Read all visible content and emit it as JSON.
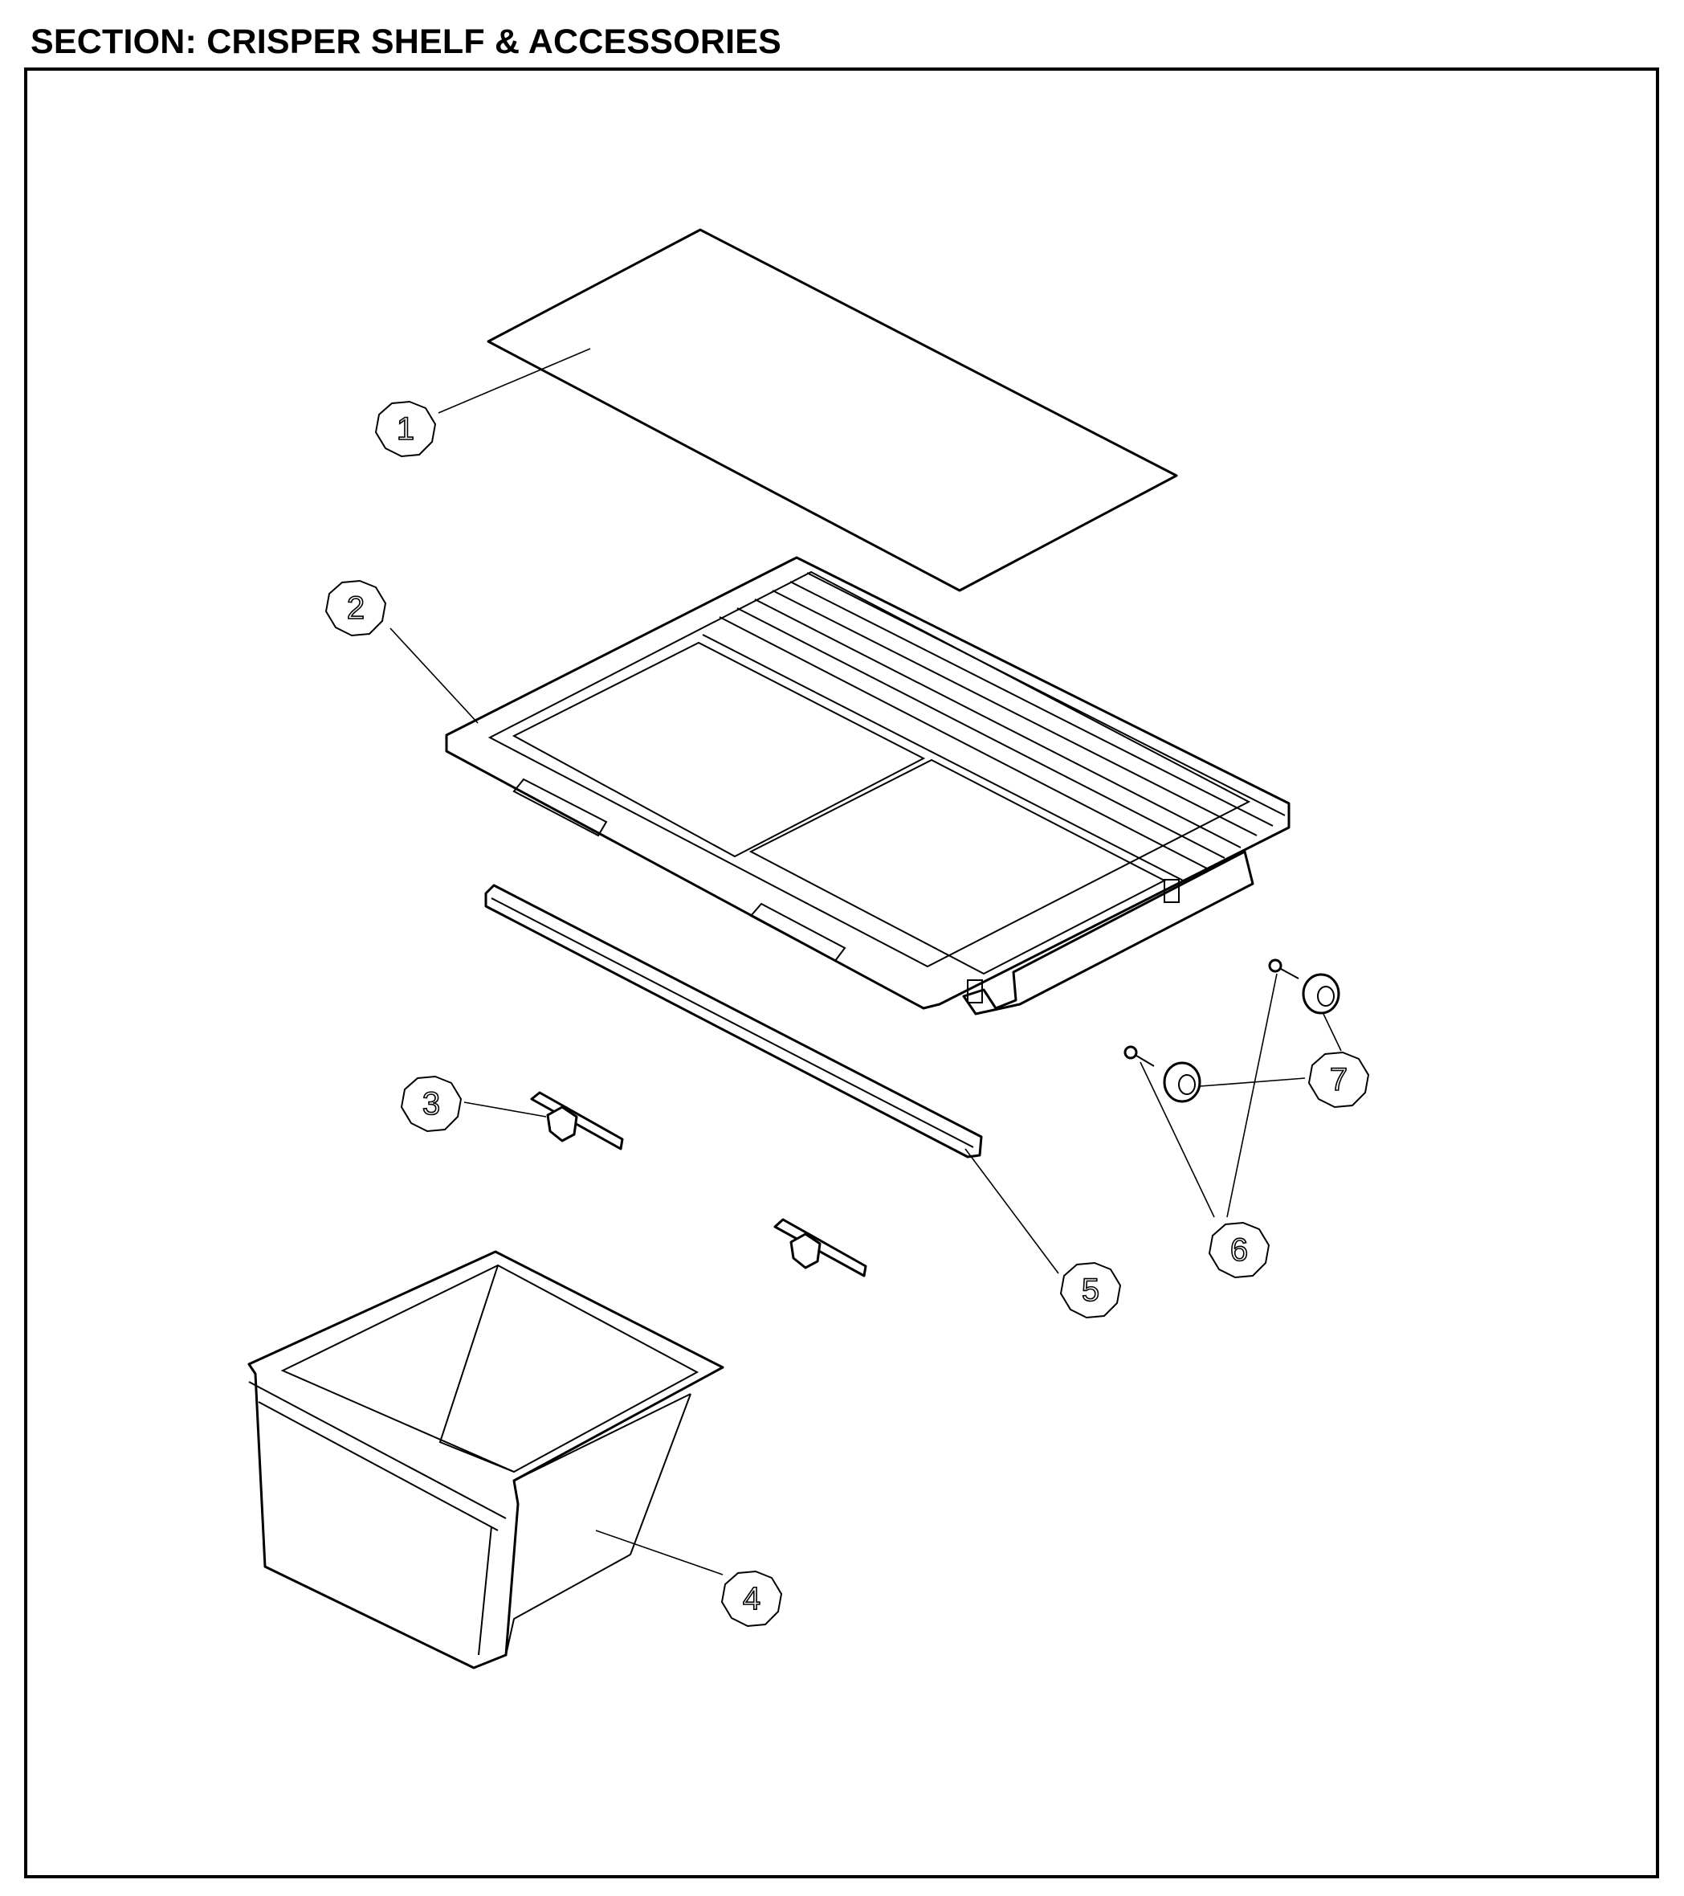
{
  "section_title": "SECTION: CRISPER SHELF & ACCESSORIES",
  "callouts": {
    "c1": "1",
    "c2": "2",
    "c3": "3",
    "c4": "4",
    "c5": "5",
    "c6": "6",
    "c7": "7"
  }
}
